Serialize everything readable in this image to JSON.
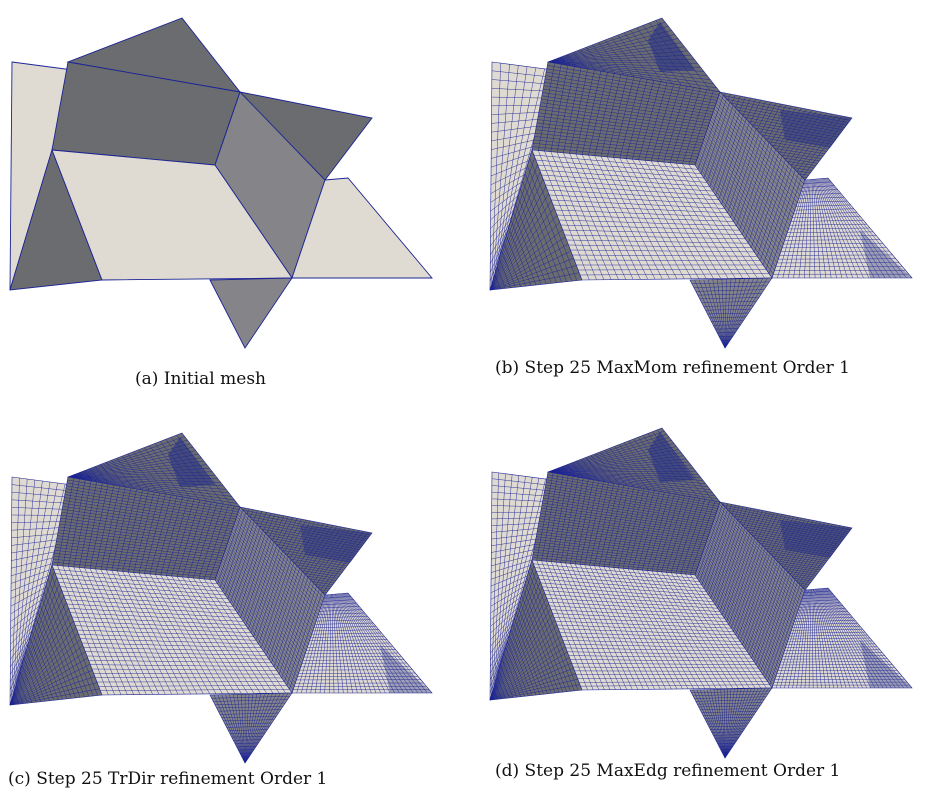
{
  "figure": {
    "panels": [
      {
        "id": "a",
        "caption": "(a) Initial mesh",
        "refined": false
      },
      {
        "id": "b",
        "caption": "(b) Step 25 MaxMom refinement Order 1",
        "refined": true
      },
      {
        "id": "c",
        "caption": "(c) Step 25 TrDir refinement Order 1",
        "refined": true
      },
      {
        "id": "d",
        "caption": "(d) Step 25 MaxEdg refinement Order 1",
        "refined": true
      }
    ]
  },
  "colors": {
    "light_face": "#e0dbd2",
    "dark_face": "#6b6c70",
    "mid_face": "#858589",
    "mesh_line": "#1c2494",
    "dense_patch": "#232d86"
  }
}
